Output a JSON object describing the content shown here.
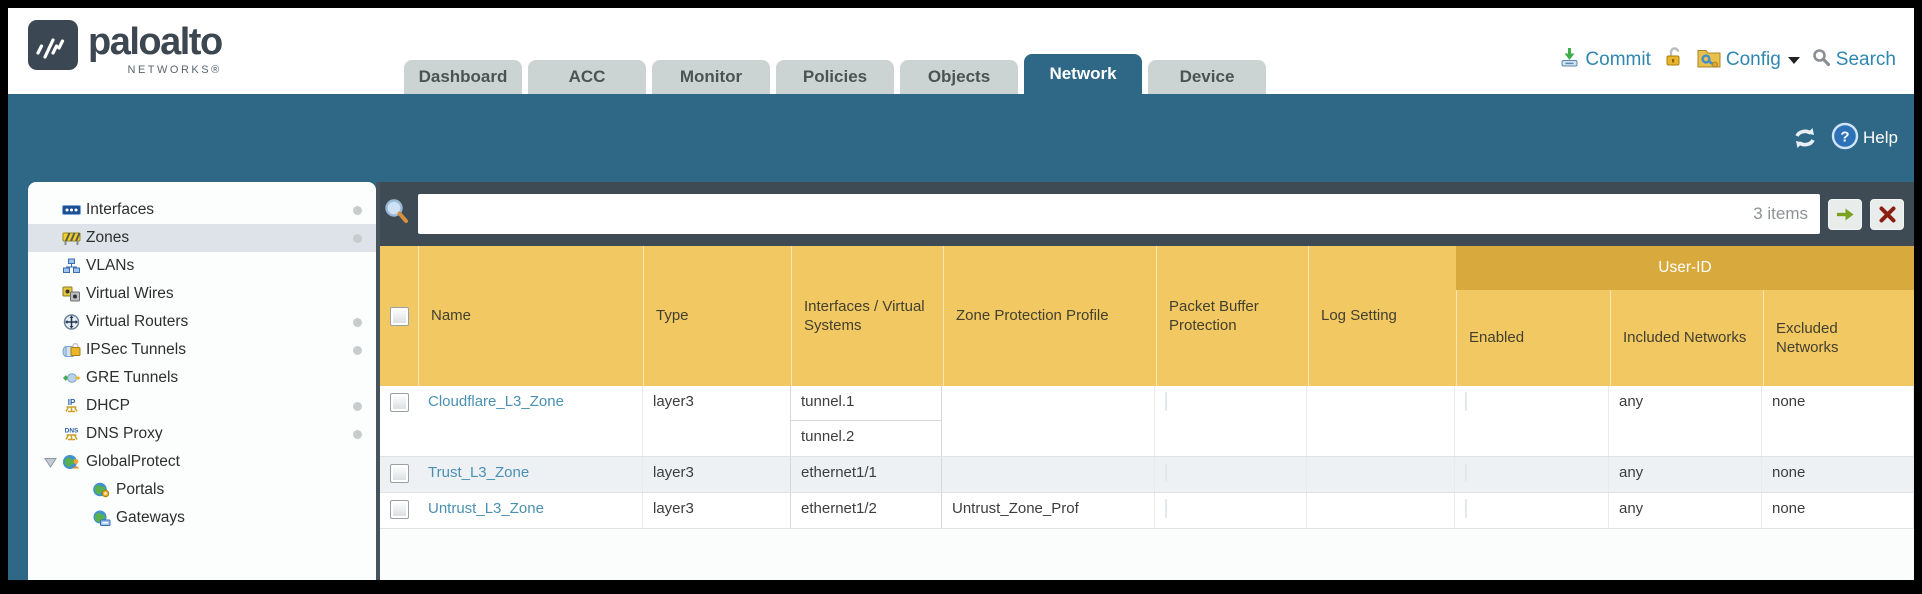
{
  "app": {
    "logo_word": "paloalto",
    "logo_sub": "NETWORKS®"
  },
  "nav": {
    "tabs": [
      {
        "label": "Dashboard",
        "active": false
      },
      {
        "label": "ACC",
        "active": false
      },
      {
        "label": "Monitor",
        "active": false
      },
      {
        "label": "Policies",
        "active": false
      },
      {
        "label": "Objects",
        "active": false
      },
      {
        "label": "Network",
        "active": true
      },
      {
        "label": "Device",
        "active": false
      }
    ],
    "utilities": {
      "commit_label": "Commit",
      "config_label": "Config",
      "search_label": "Search"
    }
  },
  "toolbar": {
    "help_label": "Help"
  },
  "sidebar": {
    "items": [
      {
        "label": "Interfaces",
        "icon": "interfaces-icon",
        "dot": true
      },
      {
        "label": "Zones",
        "icon": "zones-icon",
        "dot": true,
        "selected": true
      },
      {
        "label": "VLANs",
        "icon": "vlans-icon"
      },
      {
        "label": "Virtual Wires",
        "icon": "virtual-wires-icon"
      },
      {
        "label": "Virtual Routers",
        "icon": "virtual-routers-icon",
        "dot": true
      },
      {
        "label": "IPSec Tunnels",
        "icon": "ipsec-tunnels-icon",
        "dot": true
      },
      {
        "label": "GRE Tunnels",
        "icon": "gre-tunnels-icon"
      },
      {
        "label": "DHCP",
        "icon": "dhcp-icon",
        "dot": true
      },
      {
        "label": "DNS Proxy",
        "icon": "dns-proxy-icon",
        "dot": true
      },
      {
        "label": "GlobalProtect",
        "icon": "globalprotect-icon",
        "expander": true
      },
      {
        "label": "Portals",
        "icon": "portals-icon",
        "indent": 1
      },
      {
        "label": "Gateways",
        "icon": "gateways-icon",
        "indent": 1
      }
    ]
  },
  "search": {
    "value": "",
    "placeholder": "",
    "count_label": "3 items"
  },
  "table": {
    "group_header": "User-ID",
    "columns": {
      "name": "Name",
      "type": "Type",
      "interfaces": "Interfaces / Virtual Systems",
      "zone_protection_profile": "Zone Protection Profile",
      "packet_buffer_protection": "Packet Buffer Protection",
      "log_setting": "Log Setting",
      "enabled": "Enabled",
      "included_networks": "Included Networks",
      "excluded_networks": "Excluded Networks"
    },
    "rows": [
      {
        "name": "Cloudflare_L3_Zone",
        "type": "layer3",
        "interfaces": [
          "tunnel.1",
          "tunnel.2"
        ],
        "zone_protection_profile": "",
        "log_setting": "",
        "included_networks": "any",
        "excluded_networks": "none"
      },
      {
        "name": "Trust_L3_Zone",
        "type": "layer3",
        "interfaces": [
          "ethernet1/1"
        ],
        "zone_protection_profile": "",
        "log_setting": "",
        "included_networks": "any",
        "excluded_networks": "none"
      },
      {
        "name": "Untrust_L3_Zone",
        "type": "layer3",
        "interfaces": [
          "ethernet1/2"
        ],
        "zone_protection_profile": "Untrust_Zone_Prof",
        "log_setting": "",
        "included_networks": "any",
        "excluded_networks": "none"
      }
    ]
  }
}
